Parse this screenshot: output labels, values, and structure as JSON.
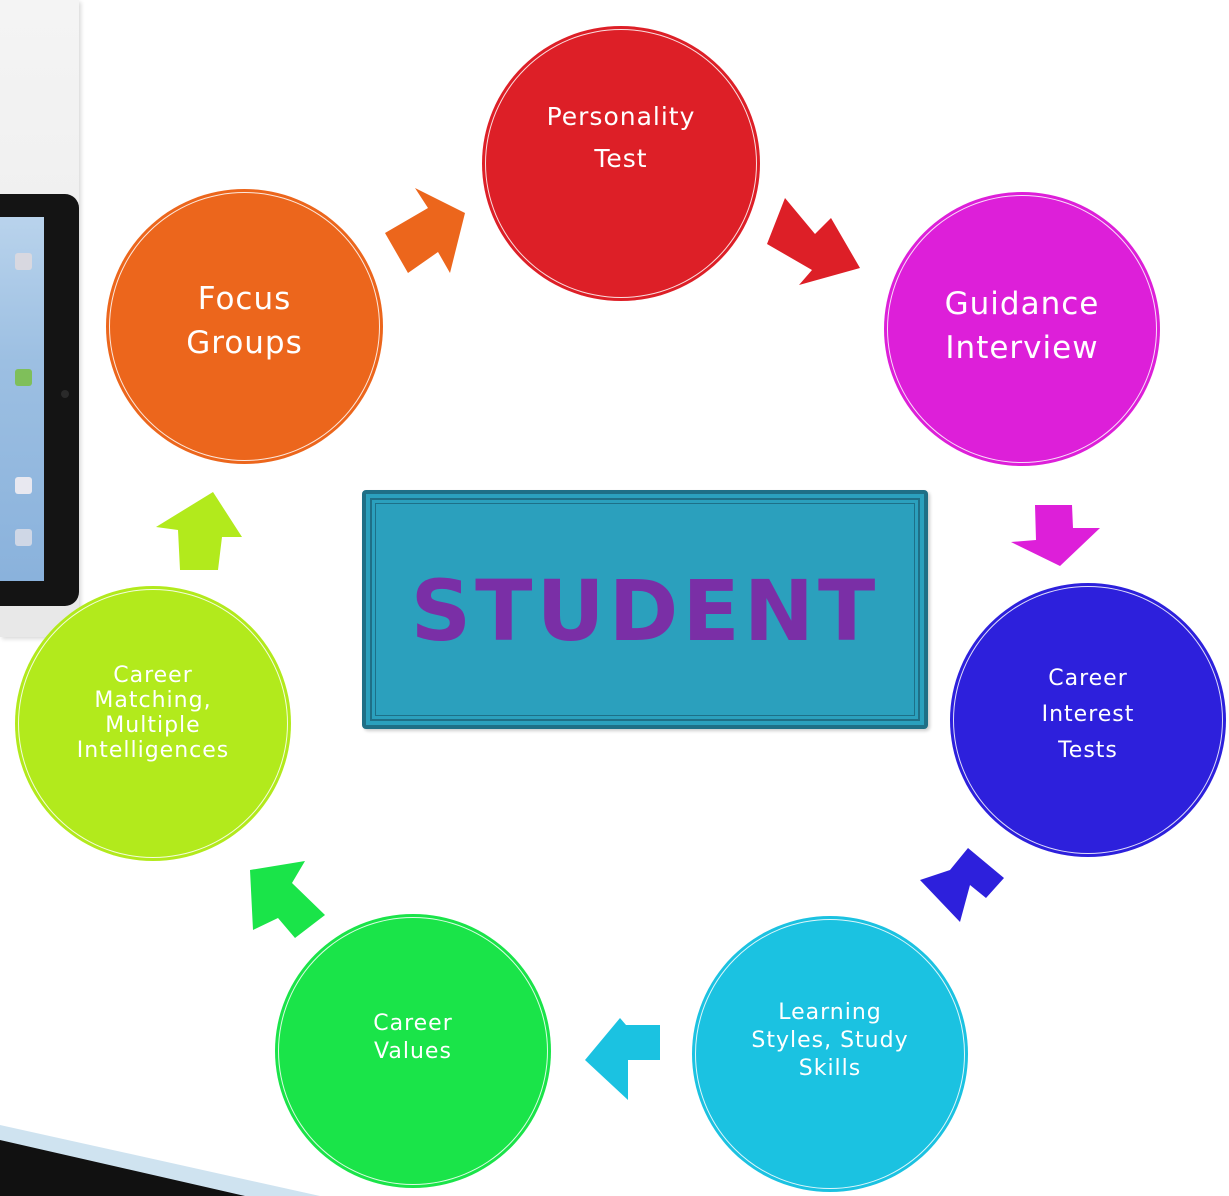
{
  "center": {
    "label": "STUDENT"
  },
  "cycle": [
    {
      "id": "personality",
      "label": "Personality\nTest",
      "color": "#dd1f27"
    },
    {
      "id": "guidance",
      "label": "Guidance\nInterview",
      "color": "#dd1fd9"
    },
    {
      "id": "interest",
      "label": "Career\nInterest\nTests",
      "color": "#2d20dc"
    },
    {
      "id": "learning",
      "label": "Learning\nStyles, Study\nSkills",
      "color": "#1bc2e1"
    },
    {
      "id": "values",
      "label": "Career\nValues",
      "color": "#1ae449"
    },
    {
      "id": "matching",
      "label": "Career\nMatching,\nMultiple\nIntelligences",
      "color": "#b2ea1c"
    },
    {
      "id": "focus",
      "label": "Focus\nGroups",
      "color": "#ec661c"
    }
  ],
  "colors": {
    "center_fill": "#2ba0bd",
    "center_border": "#1f6f86",
    "center_text": "#7a2fa6",
    "slide_accent": "#111111",
    "slide_accent_light": "#cfe3f0"
  }
}
